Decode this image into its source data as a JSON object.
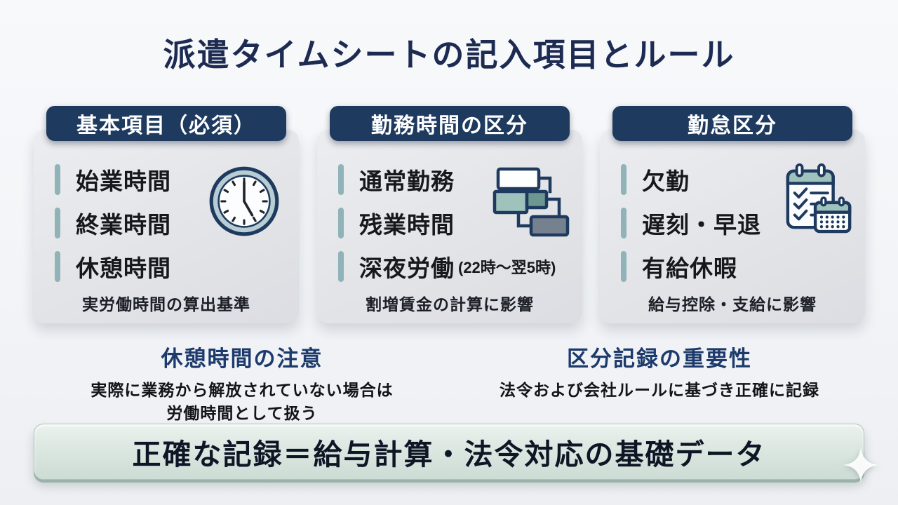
{
  "title": "派遣タイムシートの記入項目とルール",
  "theme": {
    "navy": "#1e3a5f",
    "title_color": "#1d2b52",
    "teal_bar": "#8fb3b8",
    "teal_fill": "#9fc2bc",
    "teal_dark": "#6f9791",
    "slate": "#76818f",
    "clock_ring": "#b7ccd3",
    "page_bg": "#f4f6f8",
    "text_dark": "#17181c",
    "note_heading": "#1c3a6b",
    "banner_bg": "#d9e5df"
  },
  "cards": [
    {
      "header": "基本項目（必須）",
      "icon": "clock-icon",
      "items": [
        {
          "text": "始業時間"
        },
        {
          "text": "終業時間"
        },
        {
          "text": "休憩時間"
        }
      ],
      "footer": "実労働時間の算出基準"
    },
    {
      "header": "勤務時間の区分",
      "icon": "gantt-chart-icon",
      "items": [
        {
          "text": "通常勤務"
        },
        {
          "text": "残業時間"
        },
        {
          "text": "深夜労働",
          "suffix": "(22時〜翌5時)"
        }
      ],
      "footer": "割増賃金の計算に影響"
    },
    {
      "header": "勤怠区分",
      "icon": "calendar-checklist-icon",
      "items": [
        {
          "text": "欠勤"
        },
        {
          "text": "遅刻・早退"
        },
        {
          "text": "有給休暇"
        }
      ],
      "footer": "給与控除・支給に影響"
    }
  ],
  "notes": [
    {
      "heading": "休憩時間の注意",
      "body_line1": "実際に業務から解放されていない場合は",
      "body_line2": "労働時間として扱う"
    },
    {
      "heading": "区分記録の重要性",
      "body_line1": "法令および会社ルールに基づき正確に記録"
    }
  ],
  "banner": {
    "text": "正確な記録＝給与計算・法令対応の基礎データ"
  }
}
